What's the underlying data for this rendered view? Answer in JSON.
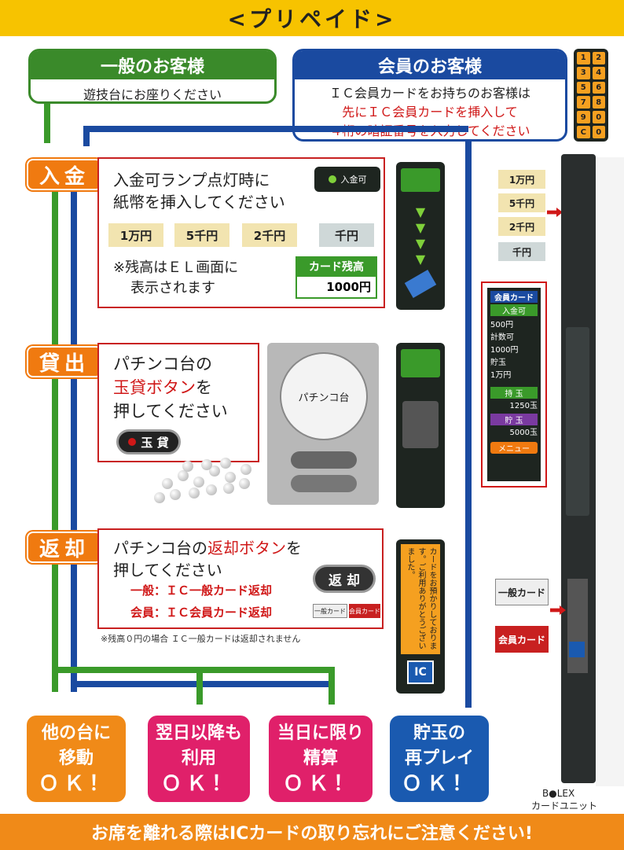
{
  "header": {
    "title": "<プリペイド>"
  },
  "general": {
    "title": "一般のお客様",
    "line": "遊技台にお座りください"
  },
  "member": {
    "title": "会員のお客様",
    "line1": "ＩＣ会員カードをお持ちのお客様は",
    "line2": "先にＩＣ会員カードを挿入して",
    "line3": "４桁の暗証番号を入力してください",
    "keypad": [
      "1",
      "2",
      "3",
      "4",
      "5",
      "6",
      "7",
      "8",
      "9",
      "0",
      "C",
      "0"
    ]
  },
  "step_deposit": {
    "label": "入金",
    "text1": "入金可ランプ点灯時に",
    "text2": "紙幣を挿入してください",
    "bills": [
      "1万円",
      "5千円",
      "2千円",
      "千円"
    ],
    "note1": "※残高はＥＬ画面に",
    "note2": "表示されます",
    "balance_label": "カード残高",
    "balance_value": "1000円",
    "lamp_label": "入金可"
  },
  "step_lend": {
    "label": "貸出",
    "text1": "パチンコ台の",
    "text2_red": "玉貸ボタン",
    "text2_rest": "を",
    "text3": "押してください",
    "button": "玉 貸",
    "machine_label": "パチンコ台"
  },
  "step_return": {
    "label": "返却",
    "text1a": "パチンコ台の",
    "text1_red": "返却ボタン",
    "text1b": "を",
    "text2": "押してください",
    "general_line": "一般：ＩＣ一般カード返却",
    "member_line": "会員：ＩＣ会員カード返却",
    "button": "返 却",
    "note": "※残高０円の場合 ＩＣ一般カードは返却されません",
    "card_general_small": "一般カード",
    "card_member_small": "会員カード"
  },
  "device_strip": {
    "vertical_text": "カードをお預かりしております。ご利用ありがとうございました。"
  },
  "right_panel": {
    "bills": [
      "1万円",
      "5千円",
      "2千円",
      "千円"
    ],
    "screen_title": "会員カード",
    "screen_deposit": "入金可",
    "screen_rows": [
      "500円",
      "計数可",
      "1000円",
      "貯玉",
      "1万円"
    ],
    "screen_mochidama": "持 玉",
    "screen_mochidama_value": "1250玉",
    "screen_chodama": "貯 玉",
    "screen_chodama_value": "5000玉",
    "menu_button": "メニュー",
    "card_general": "一般カード",
    "card_member": "会員カード",
    "caption1": "B●LEX",
    "caption2": "カードユニット"
  },
  "outcomes": [
    {
      "line1": "他の台に",
      "line2": "移動",
      "ok": "ＯＫ！",
      "color": "#f08a18"
    },
    {
      "line1": "翌日以降も",
      "line2": "利用",
      "ok": "ＯＫ！",
      "color": "#e0206a"
    },
    {
      "line1": "当日に限り",
      "line2": "精算",
      "ok": "ＯＫ！",
      "color": "#e0206a"
    },
    {
      "line1": "貯玉の",
      "line2": "再プレイ",
      "ok": "ＯＫ！",
      "color": "#1a5ab0"
    }
  ],
  "footer": {
    "text": "お席を離れる際はICカードの取り忘れにご注意ください!"
  }
}
